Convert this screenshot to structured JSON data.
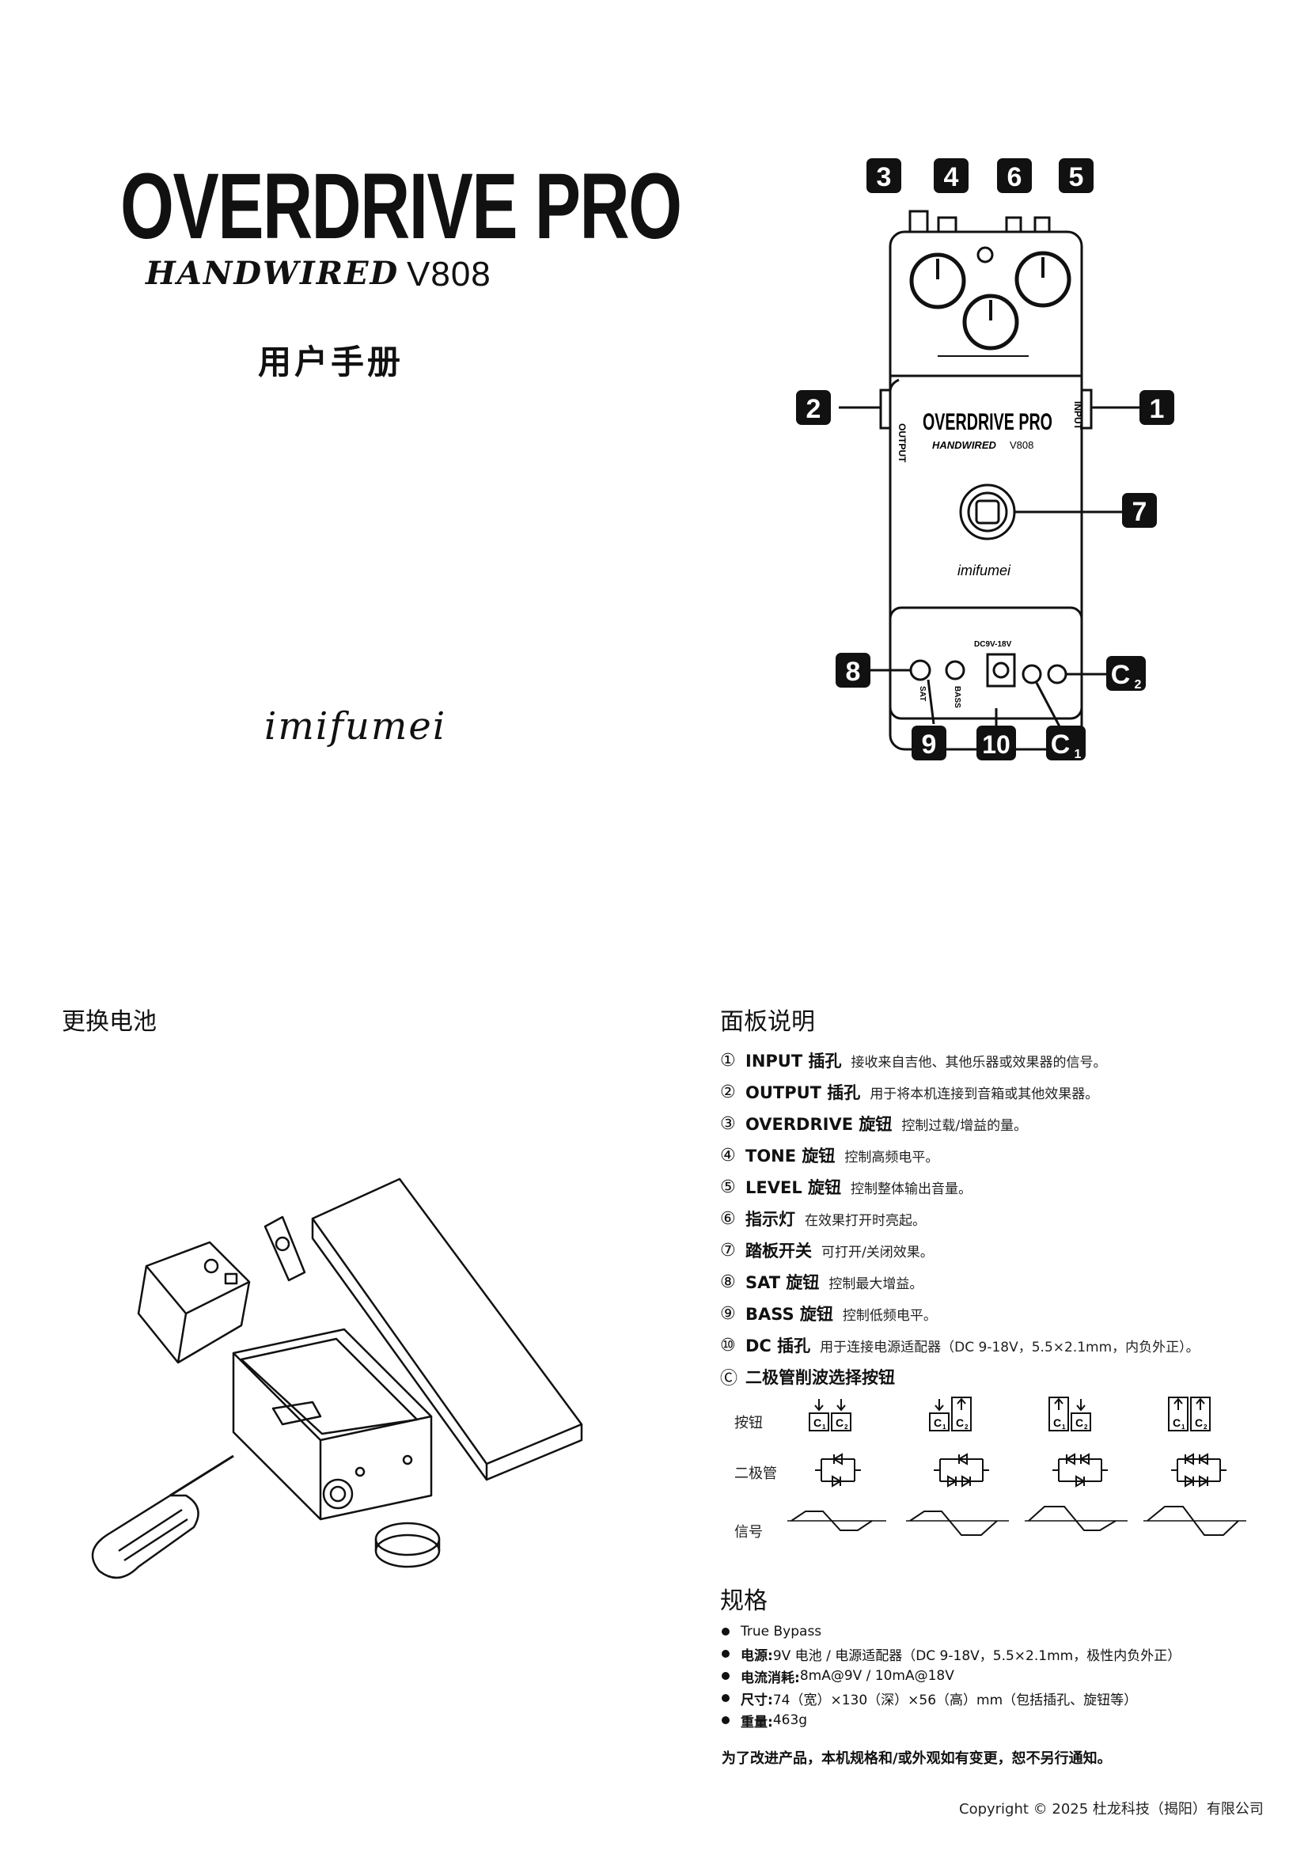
{
  "brand": {
    "title": "OVERDRIVE PRO",
    "subtitle": "HANDWIRED",
    "version": "V808",
    "manual_title": "用户手册",
    "logo": "imifumei"
  },
  "pedal": {
    "markers": [
      "3",
      "4",
      "6",
      "5",
      "2",
      "1",
      "7",
      "8",
      "9",
      "10"
    ],
    "c1": "C",
    "c1_sub": "1",
    "c2": "C",
    "c2_sub": "2",
    "label_input": "INPUT",
    "label_output": "OUTPUT",
    "face_title": "OVERDRIVE PRO",
    "face_sub": "HANDWIRED",
    "face_ver": "V808",
    "face_logo": "imifumei",
    "label_dc": "DC9V-18V",
    "label_sat": "SAT",
    "label_bass": "BASS"
  },
  "battery": {
    "title": "更换电池"
  },
  "panel": {
    "title": "面板说明",
    "items": [
      {
        "num": "①",
        "name": "INPUT 插孔",
        "desc": "接收来自吉他、其他乐器或效果器的信号。"
      },
      {
        "num": "②",
        "name": "OUTPUT 插孔",
        "desc": "用于将本机连接到音箱或其他效果器。"
      },
      {
        "num": "③",
        "name": "OVERDRIVE 旋钮",
        "desc": "控制过载/增益的量。"
      },
      {
        "num": "④",
        "name": "TONE 旋钮",
        "desc": "控制高频电平。"
      },
      {
        "num": "⑤",
        "name": "LEVEL 旋钮",
        "desc": "控制整体输出音量。"
      },
      {
        "num": "⑥",
        "name": "指示灯",
        "desc": "在效果打开时亮起。"
      },
      {
        "num": "⑦",
        "name": "踏板开关",
        "desc": "可打开/关闭效果。"
      },
      {
        "num": "⑧",
        "name": "SAT 旋钮",
        "desc": "控制最大增益。"
      },
      {
        "num": "⑨",
        "name": "BASS 旋钮",
        "desc": "控制低频电平。"
      },
      {
        "num": "⑩",
        "name": "DC 插孔",
        "desc": "用于连接电源适配器（DC 9-18V，5.5×2.1mm，内负外正）。"
      },
      {
        "num": "Ⓒ",
        "name": "二极管削波选择按钮",
        "desc": ""
      }
    ],
    "row_labels": {
      "button": "按钮",
      "diode": "二极管",
      "signal": "信号"
    },
    "button_c1": "C",
    "button_c2": "C",
    "button_sub1": "1",
    "button_sub2": "2"
  },
  "specs": {
    "title": "规格",
    "items": [
      {
        "key": "",
        "value": "True Bypass"
      },
      {
        "key": "电源:",
        "value": "9V 电池 / 电源适配器（DC 9-18V，5.5×2.1mm，极性内负外正）"
      },
      {
        "key": "电流消耗:",
        "value": "8mA@9V / 10mA@18V"
      },
      {
        "key": "尺寸:",
        "value": "74（宽）×130（深）×56（高）mm（包括插孔、旋钮等）"
      },
      {
        "key": "重量:",
        "value": "463g"
      }
    ],
    "notice": "为了改进产品，本机规格和/或外观如有变更，恕不另行通知。"
  },
  "footer": {
    "copyright": "Copyright © 2025  杜龙科技（揭阳）有限公司"
  }
}
